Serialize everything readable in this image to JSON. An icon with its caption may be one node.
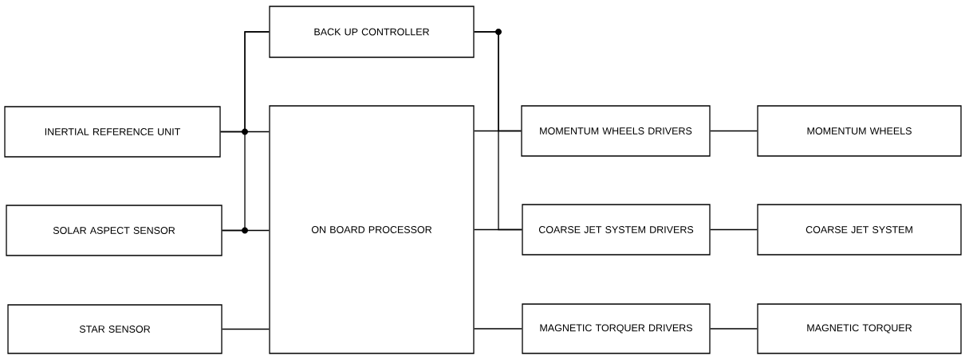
{
  "diagram": {
    "nodes": [
      {
        "text": [
          "BACK UP CONTROLLER"
        ]
      },
      {
        "text": [
          "INERTIAL REFERENCE UNIT"
        ]
      },
      {
        "text": [
          "SOLAR ASPECT SENSOR"
        ]
      },
      {
        "text": [
          "STAR SENSOR"
        ]
      },
      {
        "text": [
          "ON BOARD PROCESSOR"
        ]
      },
      {
        "text": [
          "MOMENTUM WHEELS DRIVERS"
        ]
      },
      {
        "text": [
          "COARSE JET SYSTEM DRIVERS"
        ]
      },
      {
        "text": [
          "MAGNETIC TORQUER DRIVERS"
        ]
      },
      {
        "text": [
          "MOMENTUM WHEELS"
        ]
      },
      {
        "text": [
          "COARSE JET SYSTEM"
        ]
      },
      {
        "text": [
          "MAGNETIC TORQUER"
        ]
      }
    ],
    "edges": [
      {
        "from": 1,
        "to": 4,
        "arrow": "none"
      },
      {
        "from": 1,
        "to": 0,
        "arrow": "none"
      },
      {
        "from": 2,
        "to": 4,
        "arrow": "none"
      },
      {
        "from": 2,
        "to": 0,
        "arrow": "none"
      },
      {
        "from": 3,
        "to": 4,
        "arrow": "none"
      },
      {
        "from": 4,
        "to": 5,
        "arrow": "none"
      },
      {
        "from": 0,
        "to": 5,
        "arrow": "none"
      },
      {
        "from": 4,
        "to": 6,
        "arrow": "none"
      },
      {
        "from": 0,
        "to": 6,
        "arrow": "none"
      },
      {
        "from": 4,
        "to": 7,
        "arrow": "none"
      },
      {
        "from": 5,
        "to": 8,
        "arrow": "none"
      },
      {
        "from": 6,
        "to": 9,
        "arrow": "none"
      },
      {
        "from": 7,
        "to": 10,
        "arrow": "none"
      }
    ]
  }
}
